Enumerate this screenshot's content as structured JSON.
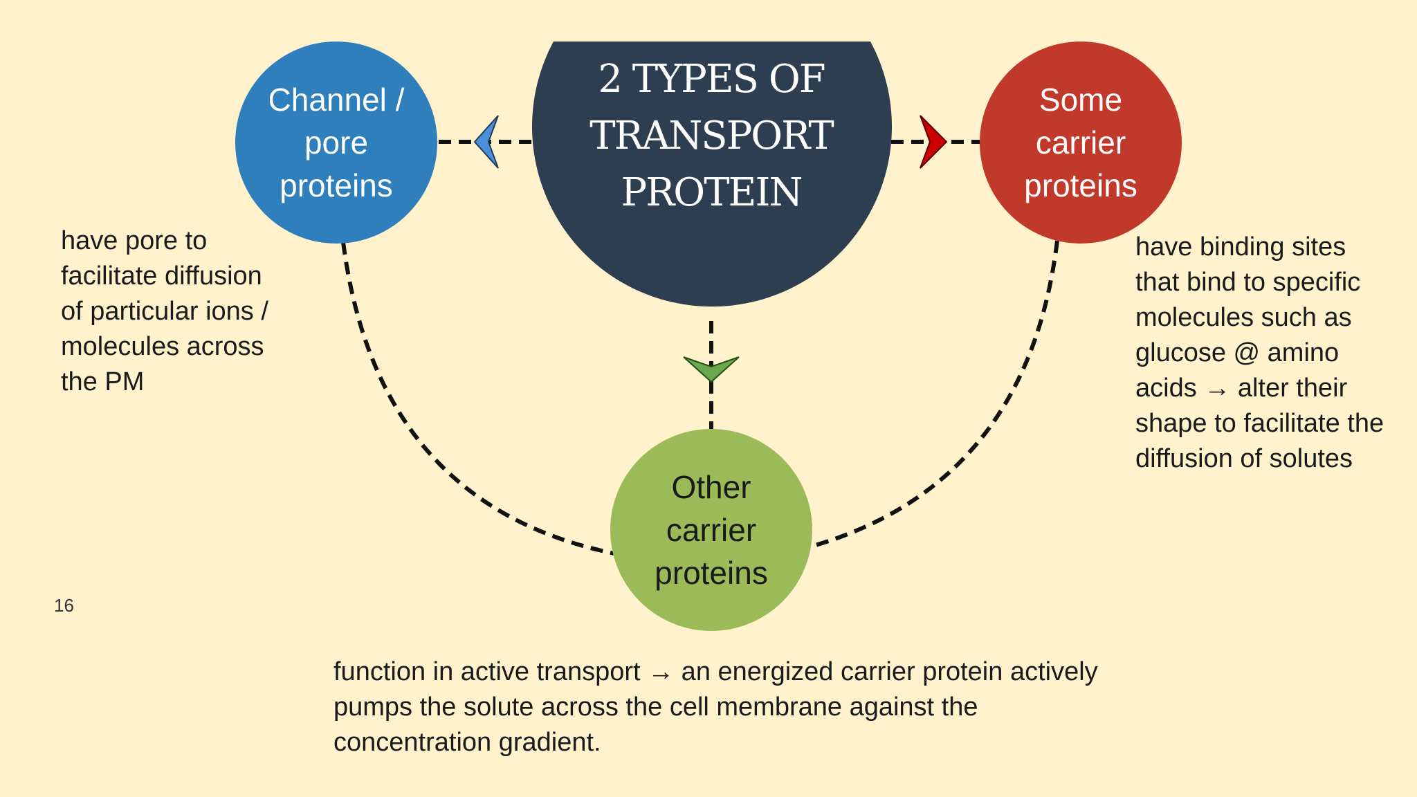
{
  "slide": {
    "number": "16",
    "background_color": "#fff2cc"
  },
  "center_node": {
    "label": "2 TYPES OF\nTRANSPORT\nPROTEIN",
    "color": "#2c3e50"
  },
  "nodes": {
    "channel": {
      "label": "Channel /\npore\nproteins",
      "color": "#2e7fbc",
      "arrow_color": "#4a90d9",
      "description": "have pore to\nfacilitate diffusion\nof particular ions /\nmolecules across\nthe PM"
    },
    "some_carrier": {
      "label": "Some\ncarrier\nproteins",
      "color": "#c0392b",
      "arrow_color": "#cc0000",
      "description": "have binding sites\nthat bind to specific\nmolecules such as\nglucose @ amino\nacids → alter their\nshape to facilitate the\ndiffusion of solutes"
    },
    "other_carrier": {
      "label": "Other\ncarrier\nproteins",
      "color": "#9bbb59",
      "arrow_color": "#6aa84f",
      "description": "function in active transport → an energized carrier protein actively\npumps the solute across the cell membrane against the\nconcentration gradient."
    }
  }
}
